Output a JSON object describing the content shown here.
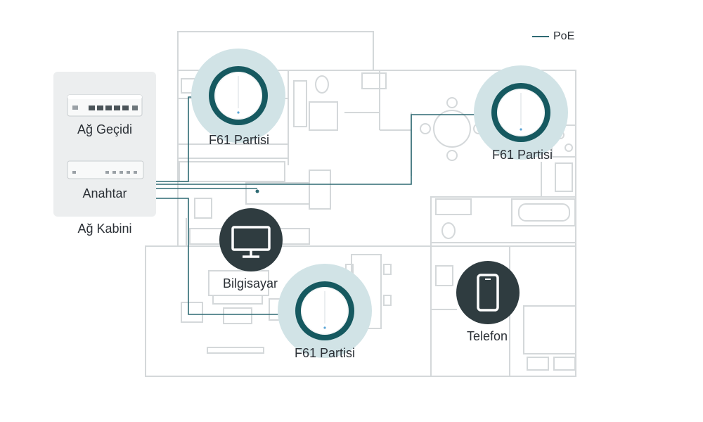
{
  "legend": {
    "poe_label": "PoE",
    "poe_color": "#2e6a73"
  },
  "cabinet": {
    "gateway_label": "Ağ Geçidi",
    "switch_label": "Anahtar",
    "cabinet_label": "Ağ Kabini"
  },
  "devices": {
    "ap_top_left_label": "F61 Partisi",
    "ap_top_right_label": "F61 Partisi",
    "ap_bottom_label": "F61 Partisi",
    "computer_label": "Bilgisayar",
    "phone_label": "Telefon"
  },
  "colors": {
    "ap_halo": "#d1e3e6",
    "ap_ring": "#165960",
    "client_circle": "#2f3c40",
    "floorplan_line": "#d4d8da",
    "cabinet_bg": "#eceeef"
  },
  "icons": {
    "computer": "monitor-icon",
    "phone": "smartphone-icon",
    "access_point": "ceiling-access-point-icon",
    "gateway": "gateway-device-icon",
    "switch": "switch-device-icon"
  }
}
